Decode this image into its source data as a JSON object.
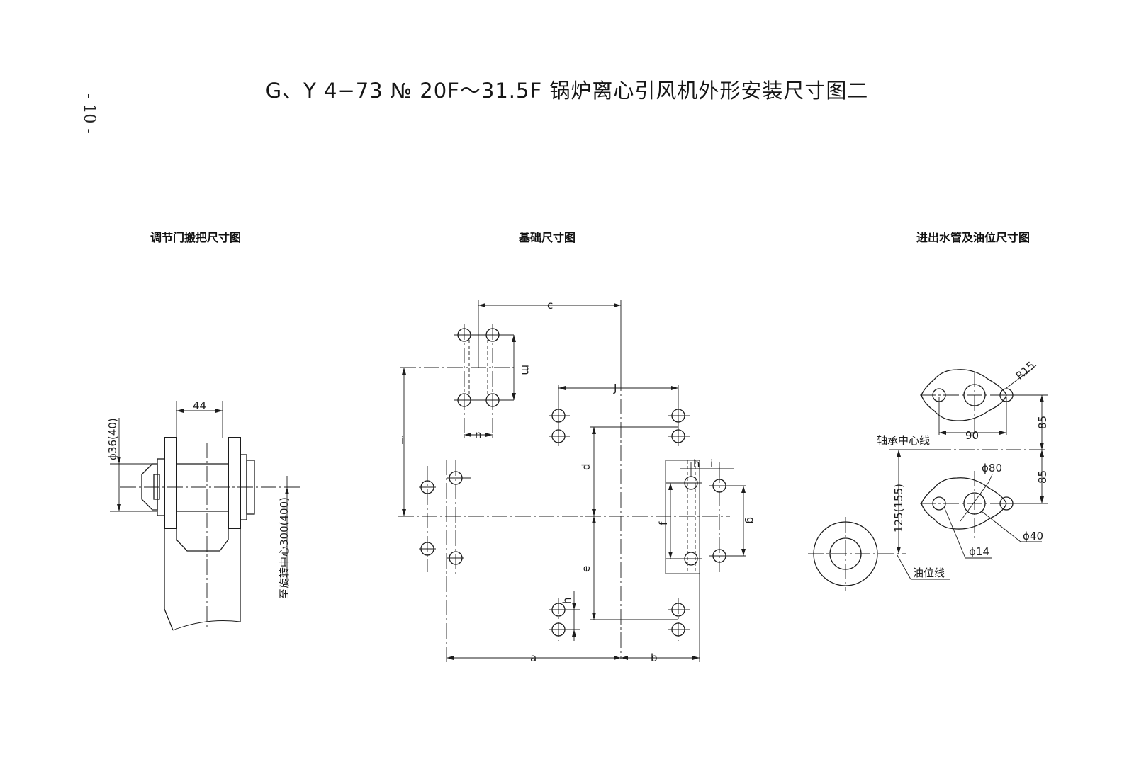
{
  "page": {
    "title": "G、Y 4−73 № 20F～31.5F 锅炉离心引风机外形安装尺寸图二",
    "page_number": "- 10 -"
  },
  "panels": {
    "handle": {
      "title": "调节门搬把尺寸图",
      "dim_width": "44",
      "dim_diameter": "ϕ36(40)",
      "dim_to_center": "至旋转中心300(400)"
    },
    "foundation": {
      "title": "基础尺寸图",
      "labels": {
        "a": "a",
        "b": "b",
        "c": "c",
        "d": "d",
        "e": "e",
        "f": "f",
        "g": "g",
        "h": "h",
        "h2": "h",
        "i": "i",
        "i2": "i",
        "j": "J",
        "m": "m",
        "n": "n"
      }
    },
    "pipes": {
      "title": "进出水管及油位尺寸图",
      "dim_r15": "R15",
      "dim_90": "90",
      "dim_85_top": "85",
      "dim_85_bottom": "85",
      "dim_phi80": "ϕ80",
      "dim_phi40": "ϕ40",
      "dim_phi14": "ϕ14",
      "dim_125": "125(155)",
      "bearing_center_line": "轴承中心线",
      "oil_level_line": "油位线"
    }
  }
}
